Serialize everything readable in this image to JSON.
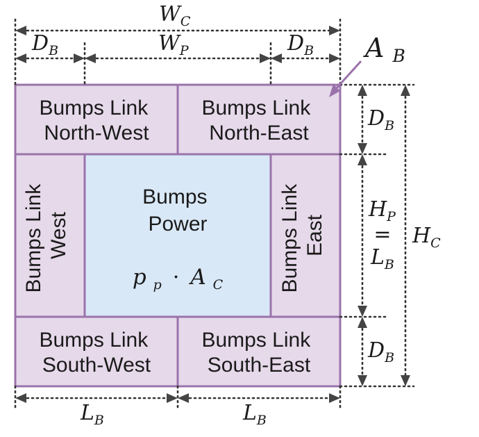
{
  "colors": {
    "link_fill": "#e6d9ea",
    "power_fill": "#d9e8f7",
    "border": "#9b73ab",
    "callout": "#9b73ab",
    "dimension": "#333333"
  },
  "blocks": {
    "north_west": [
      "Bumps Link",
      "North-West"
    ],
    "north_east": [
      "Bumps Link",
      "North-East"
    ],
    "west": [
      "Bumps Link",
      "West"
    ],
    "power": [
      "Bumps",
      "Power"
    ],
    "east": [
      "Bumps Link",
      "East"
    ],
    "south_west": [
      "Bumps Link",
      "South-West"
    ],
    "south_east": [
      "Bumps Link",
      "South-East"
    ]
  },
  "power_formula": {
    "p": "p",
    "p_sub": "p",
    "dot": "·",
    "A": "A",
    "A_sub": "C"
  },
  "callout": {
    "main": "A",
    "sub": "B"
  },
  "dimensions": {
    "W_C": {
      "main": "W",
      "sub": "C"
    },
    "D_B_left": {
      "main": "D",
      "sub": "B"
    },
    "W_P": {
      "main": "W",
      "sub": "P"
    },
    "D_B_right": {
      "main": "D",
      "sub": "B"
    },
    "D_B_top": {
      "main": "D",
      "sub": "B"
    },
    "H_P": {
      "main": "H",
      "sub": "P"
    },
    "equals": "=",
    "L_B_mid": {
      "main": "L",
      "sub": "B"
    },
    "D_B_bottom": {
      "main": "D",
      "sub": "B"
    },
    "H_C": {
      "main": "H",
      "sub": "C"
    },
    "L_B_left": {
      "main": "L",
      "sub": "B"
    },
    "L_B_right": {
      "main": "L",
      "sub": "B"
    }
  }
}
